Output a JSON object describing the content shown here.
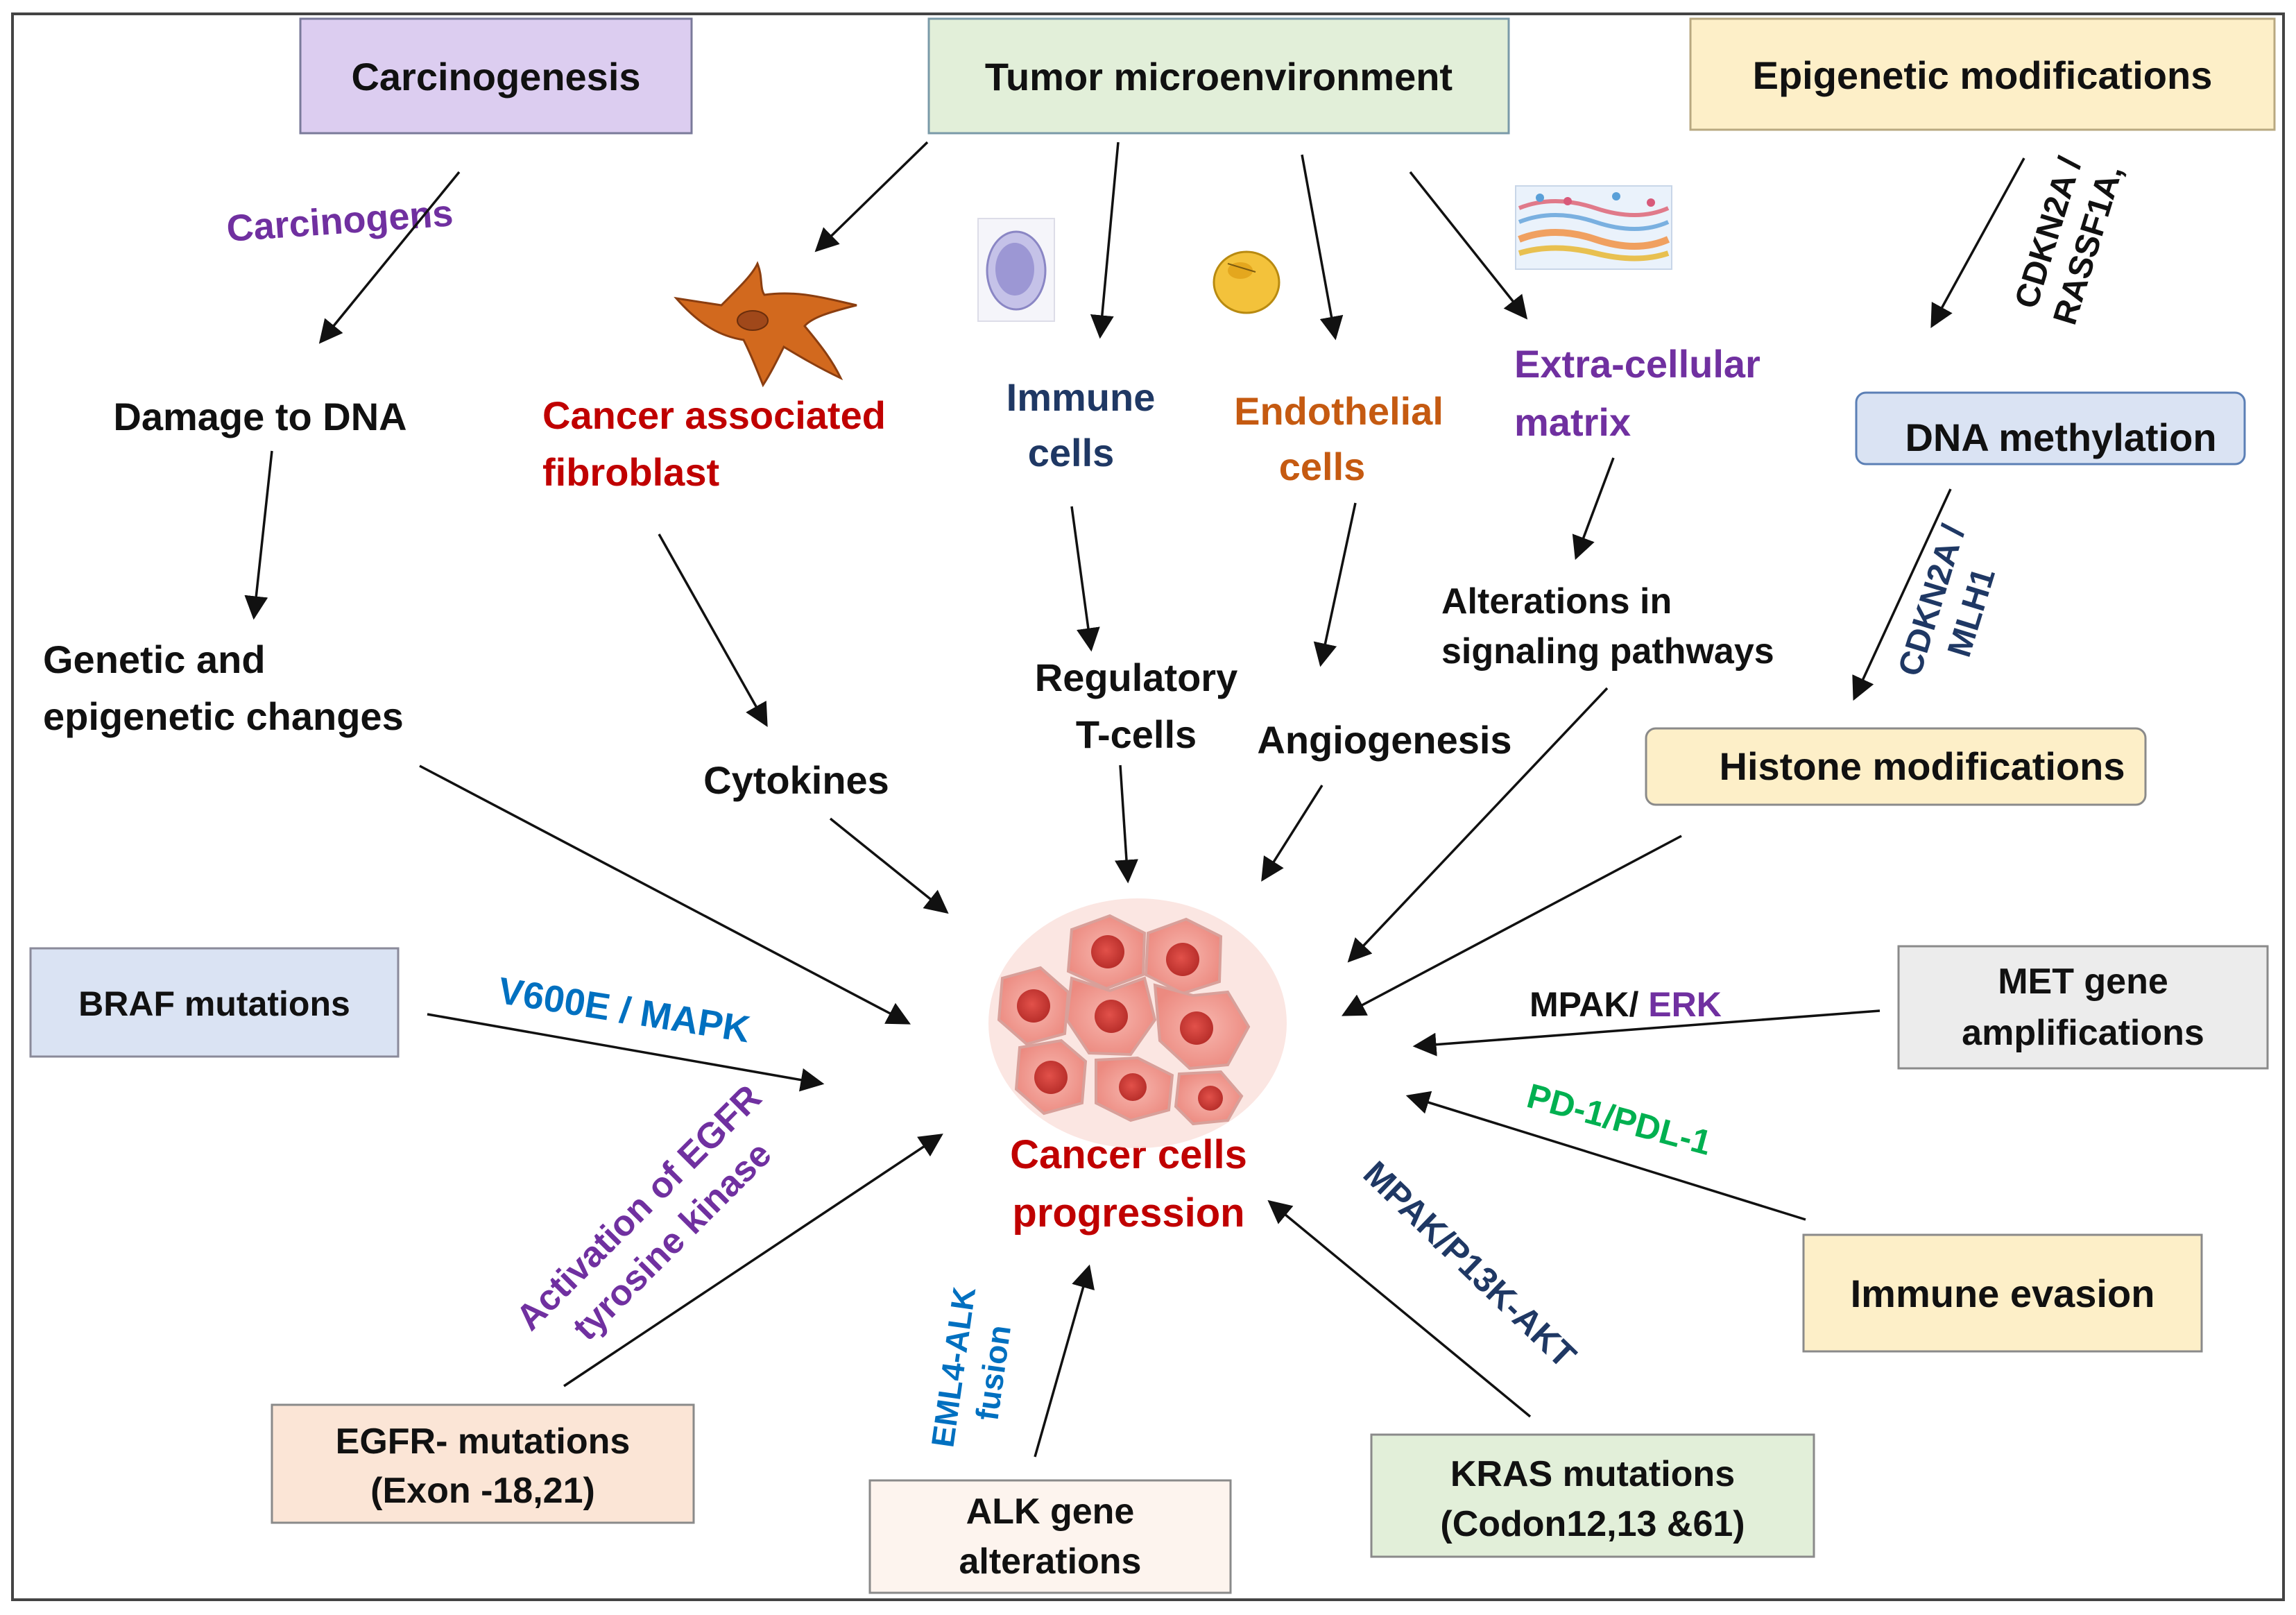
{
  "colors": {
    "purple": "#7030a0",
    "dark_red": "#c00000",
    "navy": "#1f3864",
    "orange": "#c55a11",
    "blue": "#0070c0",
    "green": "#00b050",
    "black": "#111111",
    "lavender_box": "#dccdf0",
    "green_box": "#e2efd9",
    "cream_box": "#fdefc8",
    "light_blue_box": "#dae3f3",
    "peach_box": "#fbe5d6",
    "gray_box": "#ececec",
    "light_peach_box": "#fdf4ee"
  },
  "boxes": {
    "carcinogenesis": "Carcinogenesis",
    "tumor_microenvironment": "Tumor microenvironment",
    "epigenetic_modifications": "Epigenetic modifications",
    "dna_methylation": "DNA methylation",
    "histone_modifications": "Histone modifications",
    "braf_mutations": "BRAF mutations",
    "met_line1": "MET gene",
    "met_line2": "amplifications",
    "immune_evasion": "Immune evasion",
    "egfr_line1": "EGFR- mutations",
    "egfr_line2": "(Exon -18,21)",
    "alk_line1": "ALK gene",
    "alk_line2": "alterations",
    "kras_line1": "KRAS mutations",
    "kras_line2": "(Codon12,13 &61)"
  },
  "labels": {
    "carcinogens": "Carcinogens",
    "damage_to_dna": "Damage to DNA",
    "genetic_line1": "Genetic and",
    "genetic_line2": "epigenetic changes",
    "caf_line1": "Cancer associated",
    "caf_line2": "fibroblast",
    "cytokines": "Cytokines",
    "immune_line1": "Immune",
    "immune_line2": "cells",
    "regulatory_line1": "Regulatory",
    "regulatory_line2": "T-cells",
    "endothelial_line1": "Endothelial",
    "endothelial_line2": "cells",
    "angiogenesis": "Angiogenesis",
    "ecm_line1": "Extra-cellular",
    "ecm_line2": "matrix",
    "alterations_line1": "Alterations in",
    "alterations_line2": "signaling pathways",
    "center_line1": "Cancer cells",
    "center_line2": "progression"
  },
  "pathway_labels": {
    "cdkn2a_rassf1a_line1": "CDKN2A /",
    "cdkn2a_rassf1a_line2": "RASSF1A,",
    "cdkn2a_mlh1_line1": "CDKN2A /",
    "cdkn2a_mlh1_line2": "MLH1",
    "v600e": "V600E / MAPK",
    "mpak": "MPAK/ ",
    "erk": "ERK",
    "pd1": "PD-1/PDL-1",
    "egfr_activation_line1": "Activation of EGFR",
    "egfr_activation_line2": "tyrosine kinase",
    "eml4_line1": "EML4-ALK",
    "eml4_line2": "fusion",
    "mpak_p13k": "MPAK/P13K-AKT"
  },
  "icons": [
    "fibroblast-icon",
    "immune-cell-icon",
    "endothelial-cell-icon",
    "extracellular-matrix-icon",
    "cancer-cells-cluster-icon"
  ]
}
